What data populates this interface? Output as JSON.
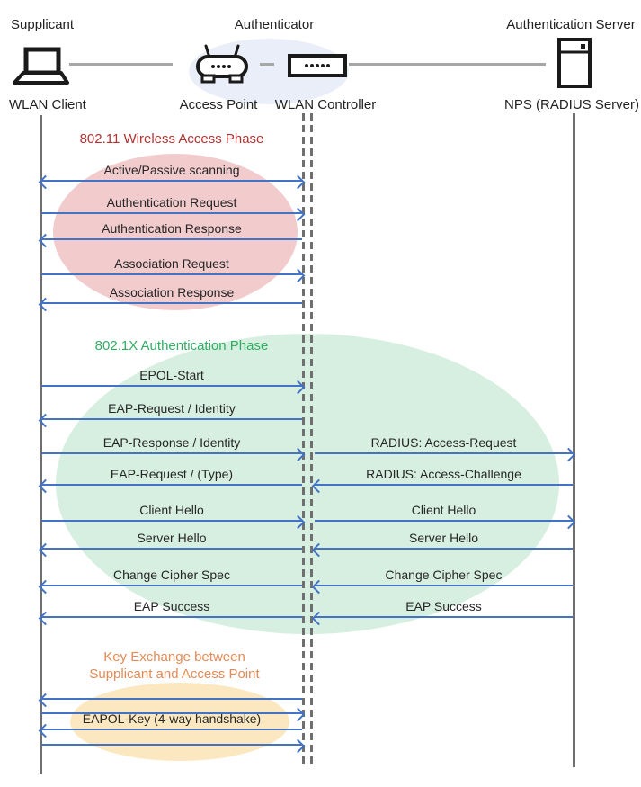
{
  "header": {
    "roles": {
      "supplicant": "Supplicant",
      "authenticator": "Authenticator",
      "auth_server": "Authentication Server"
    },
    "nodes": {
      "wlan_client": "WLAN Client",
      "access_point": "Access Point",
      "wlan_controller": "WLAN Controller",
      "nps": "NPS (RADIUS Server)"
    }
  },
  "icons": {
    "wlan_client": "laptop-icon",
    "access_point": "access-point-icon",
    "wlan_controller": "wlan-controller-icon",
    "nps": "server-icon"
  },
  "phases": {
    "wireless": {
      "title": "802.11 Wireless Access Phase",
      "color": "#B23232"
    },
    "dot1x": {
      "title": "802.1X Authentication Phase",
      "color": "#2FAE63"
    },
    "key_exchange": {
      "title_line1": "Key Exchange between",
      "title_line2": "Supplicant and Access Point",
      "color": "#E28B57"
    }
  },
  "messages": {
    "left": [
      {
        "label": "Active/Passive scanning",
        "dir": "both"
      },
      {
        "label": "Authentication Request",
        "dir": "right"
      },
      {
        "label": "Authentication Response",
        "dir": "left"
      },
      {
        "label": "Association Request",
        "dir": "right"
      },
      {
        "label": "Association Response",
        "dir": "left"
      },
      {
        "label": "EPOL-Start",
        "dir": "right"
      },
      {
        "label": "EAP-Request / Identity",
        "dir": "left"
      },
      {
        "label": "EAP-Response / Identity",
        "dir": "right"
      },
      {
        "label": "EAP-Request / (Type)",
        "dir": "left"
      },
      {
        "label": "Client Hello",
        "dir": "right"
      },
      {
        "label": "Server Hello",
        "dir": "left"
      },
      {
        "label": "Change Cipher Spec",
        "dir": "left"
      },
      {
        "label": "EAP Success",
        "dir": "left"
      },
      {
        "label": "",
        "dir": "left"
      },
      {
        "label": "",
        "dir": "right"
      },
      {
        "label": "EAPOL-Key (4-way handshake)",
        "dir": "left"
      },
      {
        "label": "",
        "dir": "right"
      }
    ],
    "right": [
      {
        "label": "RADIUS: Access-Request",
        "dir": "right"
      },
      {
        "label": "RADIUS: Access-Challenge",
        "dir": "left"
      },
      {
        "label": "Client Hello",
        "dir": "right"
      },
      {
        "label": "Server Hello",
        "dir": "left"
      },
      {
        "label": "Change Cipher Spec",
        "dir": "left"
      },
      {
        "label": "EAP Success",
        "dir": "left"
      }
    ]
  },
  "colors": {
    "arrow_blue": "#4472C4",
    "lifeline_gray": "#6F6F6F",
    "connector_gray": "#A6A6A6",
    "text_dark": "#262626",
    "red_title": "#B23232",
    "green_title": "#2FAE63",
    "orange_title": "#E28B57",
    "pink_fill": "#F2CBCD",
    "green_fill": "#D7EFE0",
    "yellow_fill": "#FBE8C0",
    "lavender_fill": "#EAEEF8"
  }
}
